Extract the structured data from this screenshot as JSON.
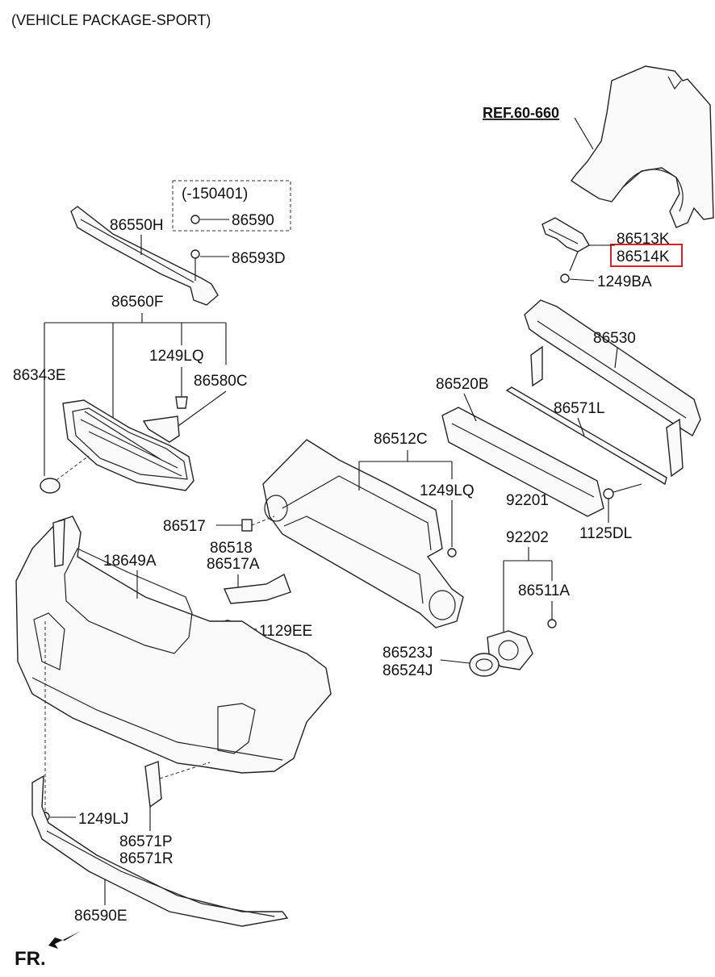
{
  "title": "(VEHICLE PACKAGE-SPORT)",
  "ref_label": "REF.60-660",
  "direction_label": "FR.",
  "option_box": {
    "range": "(-150401)",
    "part": "86590"
  },
  "parts": [
    {
      "id": "86550H",
      "code": "86550H"
    },
    {
      "id": "86593D",
      "code": "86593D"
    },
    {
      "id": "86560F",
      "code": "86560F"
    },
    {
      "id": "1249LQ-a",
      "code": "1249LQ"
    },
    {
      "id": "86343E",
      "code": "86343E"
    },
    {
      "id": "86580C",
      "code": "86580C"
    },
    {
      "id": "86513K",
      "code": "86513K"
    },
    {
      "id": "86514K",
      "code": "86514K",
      "highlighted": true
    },
    {
      "id": "1249BA",
      "code": "1249BA"
    },
    {
      "id": "86530",
      "code": "86530"
    },
    {
      "id": "86520B",
      "code": "86520B"
    },
    {
      "id": "86571L",
      "code": "86571L"
    },
    {
      "id": "86512C",
      "code": "86512C"
    },
    {
      "id": "1249LQ-b",
      "code": "1249LQ"
    },
    {
      "id": "92201",
      "code": "92201"
    },
    {
      "id": "92202",
      "code": "92202"
    },
    {
      "id": "1125DL",
      "code": "1125DL"
    },
    {
      "id": "86517",
      "code": "86517"
    },
    {
      "id": "86518",
      "code": "86518"
    },
    {
      "id": "86517A",
      "code": "86517A"
    },
    {
      "id": "86511A",
      "code": "86511A"
    },
    {
      "id": "18649A",
      "code": "18649A"
    },
    {
      "id": "1129EE",
      "code": "1129EE"
    },
    {
      "id": "86523J",
      "code": "86523J"
    },
    {
      "id": "86524J",
      "code": "86524J"
    },
    {
      "id": "1249LJ",
      "code": "1249LJ"
    },
    {
      "id": "86571P",
      "code": "86571P"
    },
    {
      "id": "86571R",
      "code": "86571R"
    },
    {
      "id": "86590E",
      "code": "86590E"
    }
  ],
  "colors": {
    "highlight": "#e02020",
    "line": "#222222"
  }
}
